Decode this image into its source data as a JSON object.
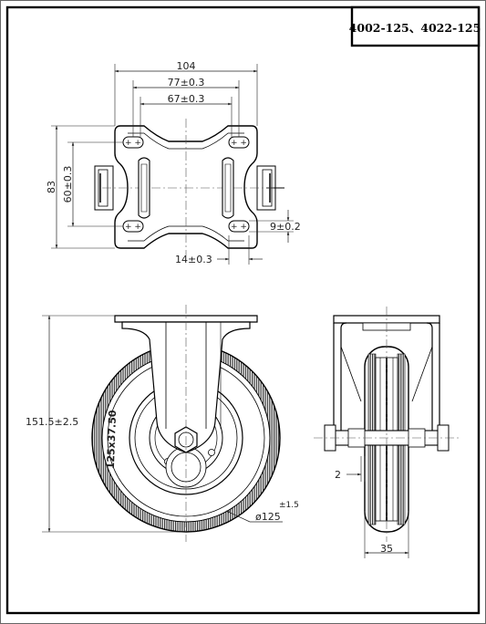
{
  "title_block": {
    "model": "4002-125、4022-125"
  },
  "top_view": {
    "dim_overall_width": "104",
    "dim_hole_outer": "77±0.3",
    "dim_hole_inner": "67±0.3",
    "dim_overall_height": "83",
    "dim_hole_vertical": "60±0.3",
    "dim_slot_width": "9±0.2",
    "dim_slot_length": "14±0.3"
  },
  "front_view": {
    "dim_height": "151.5±2.5",
    "tire_marking": "125x37.50",
    "dim_diameter": "ø125",
    "dim_diameter_tol": "±1.5"
  },
  "side_view": {
    "dim_offset": "2",
    "dim_wheel_width": "35"
  }
}
